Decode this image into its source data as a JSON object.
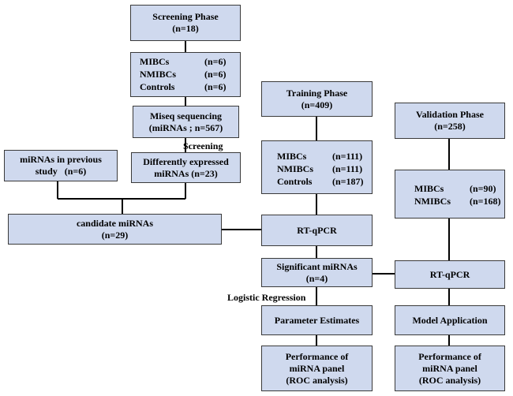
{
  "screening": {
    "title": "Screening Phase",
    "n": "(n=18)",
    "groups": [
      {
        "name": "MIBCs",
        "n": "(n=6)"
      },
      {
        "name": "NMIBCs",
        "n": "(n=6)"
      },
      {
        "name": "Controls",
        "n": "(n=6)"
      }
    ],
    "sequencing": {
      "line1": "Miseq sequencing",
      "line2": "(miRNAs ; n=567)"
    },
    "screening_label": "Screening",
    "diff": {
      "line1": "Differently expressed",
      "line2": "miRNAs (n=23)"
    },
    "previous": {
      "line1": "miRNAs in previous",
      "line2": "study   (n=6)"
    },
    "candidate": {
      "line1": "candidate miRNAs",
      "line2": "(n=29)"
    }
  },
  "training": {
    "title": "Training Phase",
    "n": "(n=409)",
    "groups": [
      {
        "name": "MIBCs",
        "n": "(n=111)"
      },
      {
        "name": "NMIBCs",
        "n": "(n=111)"
      },
      {
        "name": "Controls",
        "n": "(n=187)"
      }
    ],
    "rtqpcr": "RT-qPCR",
    "significant": {
      "line1": "Significant miRNAs",
      "line2": "(n=4)"
    },
    "logistic_label": "Logistic Regression",
    "estimates": "Parameter Estimates",
    "performance": {
      "line1": "Performance of",
      "line2": "miRNA panel",
      "line3": "(ROC analysis)"
    }
  },
  "validation": {
    "title": "Validation Phase",
    "n": "(n=258)",
    "groups": [
      {
        "name": "MIBCs",
        "n": "(n=90)"
      },
      {
        "name": "NMIBCs",
        "n": "(n=168)"
      }
    ],
    "rtqpcr": "RT-qPCR",
    "application": "Model Application",
    "performance": {
      "line1": "Performance of",
      "line2": "miRNA panel",
      "line3": "(ROC analysis)"
    }
  },
  "colors": {
    "box_fill": "#cfd9ee",
    "border": "#3a3a3a",
    "line": "#000000"
  }
}
